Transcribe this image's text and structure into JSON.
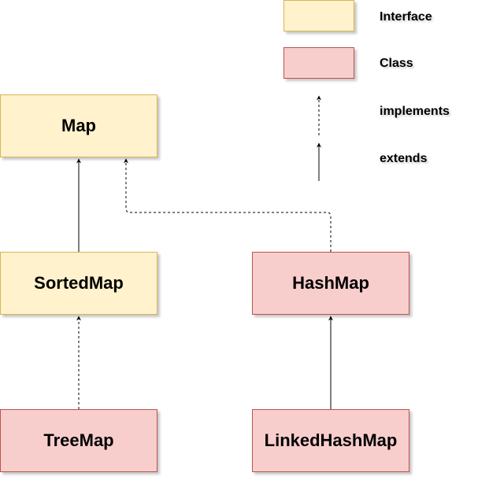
{
  "legend": {
    "interface_label": "Interface",
    "class_label": "Class",
    "implements_label": "implements",
    "extends_label": "extends",
    "interface_color": "#fff2cc",
    "class_color": "#f8cecc"
  },
  "nodes": {
    "map": "Map",
    "sorted_map": "SortedMap",
    "hash_map": "HashMap",
    "tree_map": "TreeMap",
    "linked_hash_map": "LinkedHashMap"
  }
}
